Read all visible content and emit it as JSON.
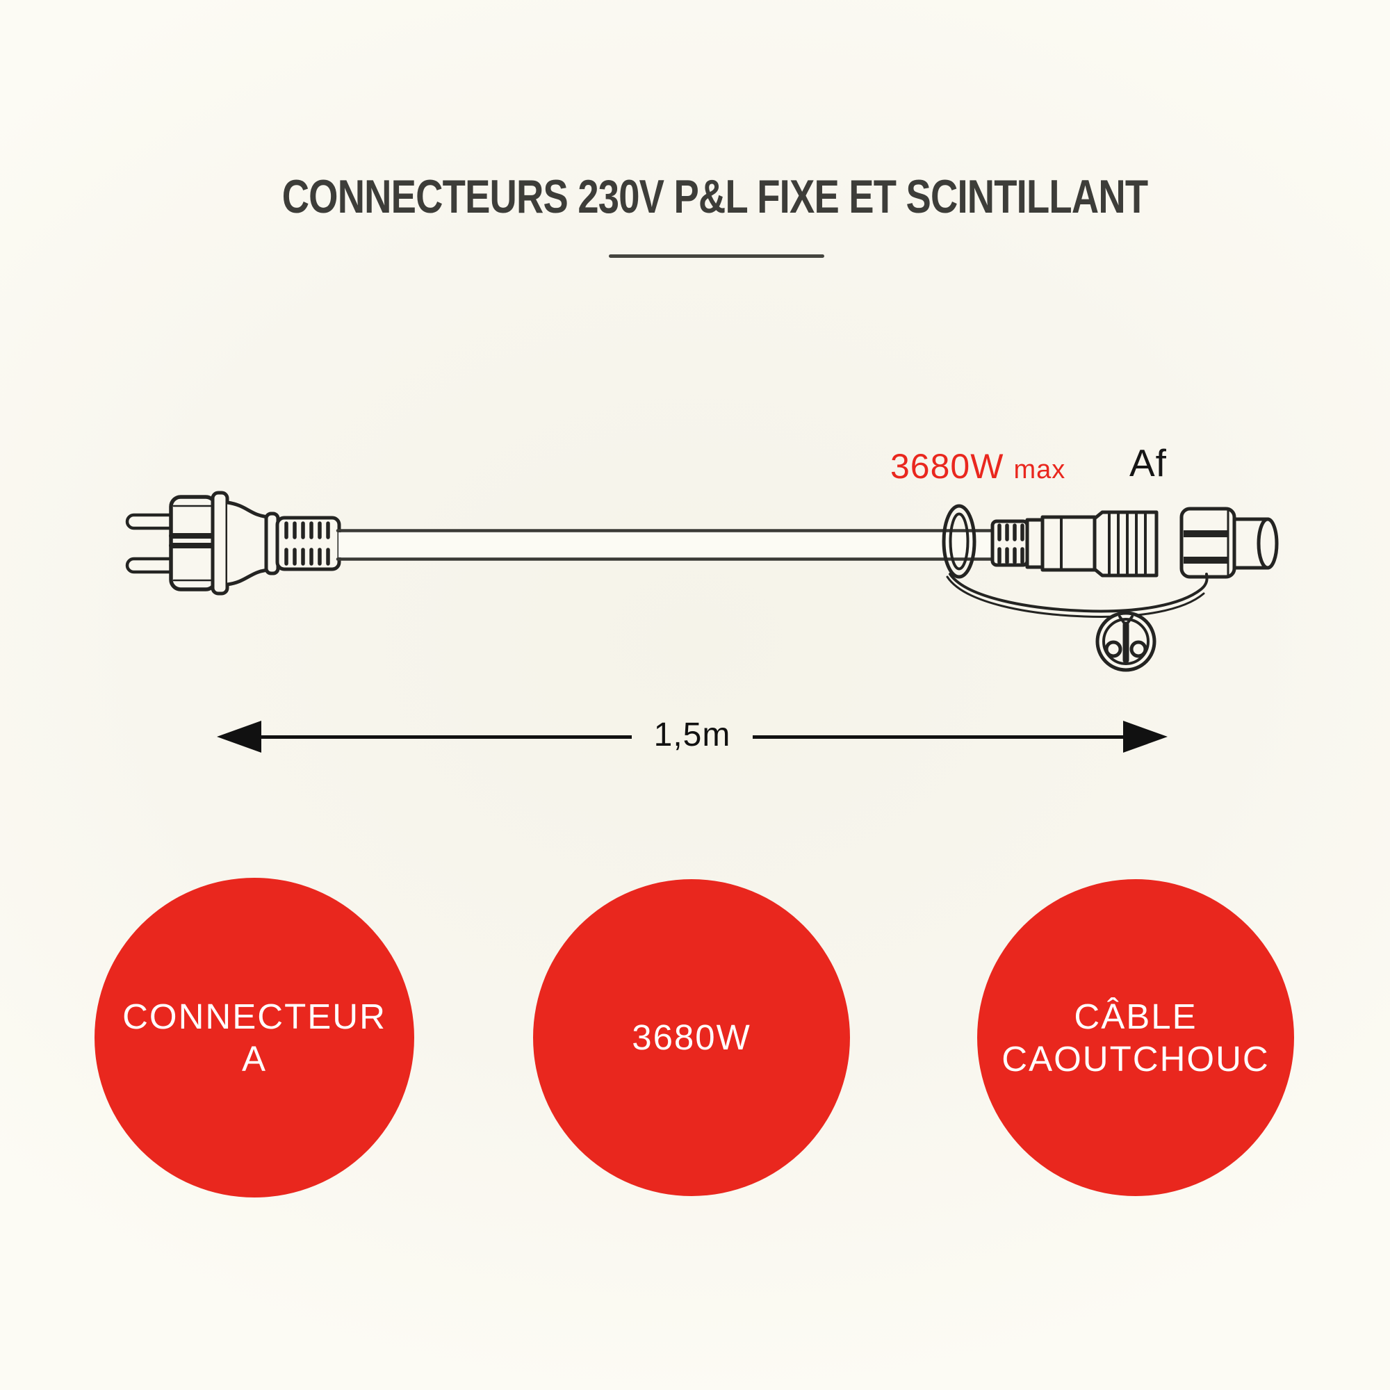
{
  "title": {
    "text": "CONNECTEURS 230V P&L FIXE ET SCINTILLANT"
  },
  "diagram": {
    "power_value": "3680W",
    "power_suffix": "max",
    "connector_type": "Af",
    "length_label": "1,5m",
    "icons": {
      "plug": "schuko-plug",
      "cable": "rubber-cable",
      "loop": "tether-loop",
      "connector": "male-threaded-connector",
      "cap": "screw-cap",
      "face": "two-pin-connector-face"
    }
  },
  "badges": [
    {
      "label": "CONNECTEUR A"
    },
    {
      "label": "3680W"
    },
    {
      "label": "CÂBLE CAOUTCHOUC"
    }
  ],
  "colors": {
    "background": "#F8F6EE",
    "accent_red": "#E9271E",
    "line_art": "#242422",
    "cable_line": "#3A3A36",
    "title_text": "#3D3D39",
    "black_text": "#111111",
    "white_text": "#FFFFFF"
  }
}
